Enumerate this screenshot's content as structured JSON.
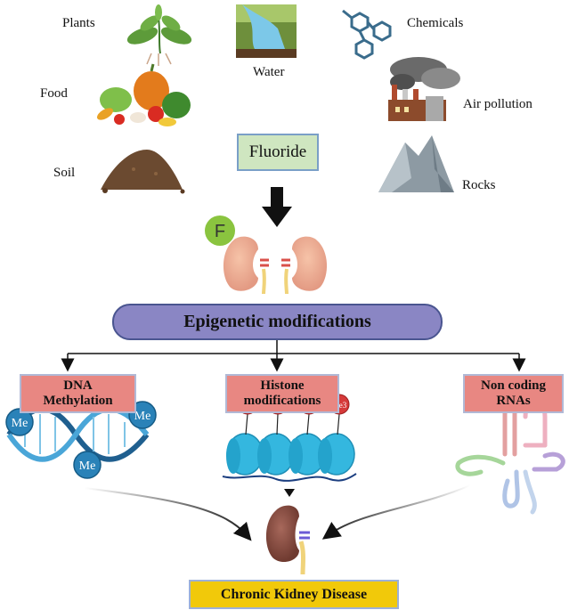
{
  "sources": {
    "plants": "Plants",
    "water": "Water",
    "chemicals": "Chemicals",
    "food": "Food",
    "air_pollution": "Air pollution",
    "soil": "Soil",
    "rocks": "Rocks"
  },
  "center": {
    "fluoride": "Fluoride",
    "f_badge": "F"
  },
  "epigenetic": "Epigenetic modifications",
  "mechanisms": {
    "dna_line1": "DNA",
    "dna_line2": "Methylation",
    "histone_line1": "Histone",
    "histone_line2": "modifications",
    "ncrna_line1": "Non coding",
    "ncrna_line2": "RNAs"
  },
  "me_label": "Me",
  "me3_label": "Me3",
  "outcome": "Chronic Kidney Disease",
  "colors": {
    "fluoride_fill": "#cfe6c0",
    "epi_fill": "#8a86c4",
    "mechanism_fill": "#e88782",
    "ckd_fill": "#f1c90a",
    "me_ball": "#2a82b8",
    "me3_ball": "#d63a3a",
    "nucleosome": "#34b7df"
  }
}
